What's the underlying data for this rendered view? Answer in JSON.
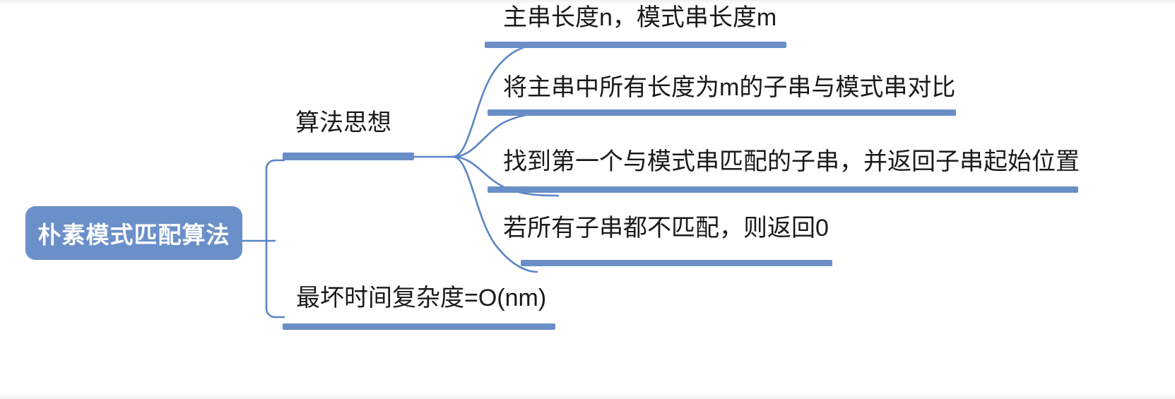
{
  "diagram": {
    "type": "mind-map",
    "title": "朴素模式匹配算法",
    "accent_color": "#6b8fc9",
    "connector_color": "#5b84c4",
    "underline_color": "#6a8fc8",
    "text_color": "#1a1a1a",
    "background_color": "#ffffff"
  },
  "root": {
    "label": "朴素模式匹配算法",
    "text_color": "#ffffff",
    "fill_color": "#6b8fc9"
  },
  "branches": [
    {
      "label": "算法思想",
      "children": [
        {
          "label": "主串长度n，模式串长度m"
        },
        {
          "label": "将主串中所有长度为m的子串与模式串对比"
        },
        {
          "label": "找到第一个与模式串匹配的子串，并返回子串起始位置"
        },
        {
          "label": "若所有子串都不匹配，则返回0"
        }
      ]
    },
    {
      "label": "最坏时间复杂度=O(nm)",
      "children": []
    }
  ]
}
